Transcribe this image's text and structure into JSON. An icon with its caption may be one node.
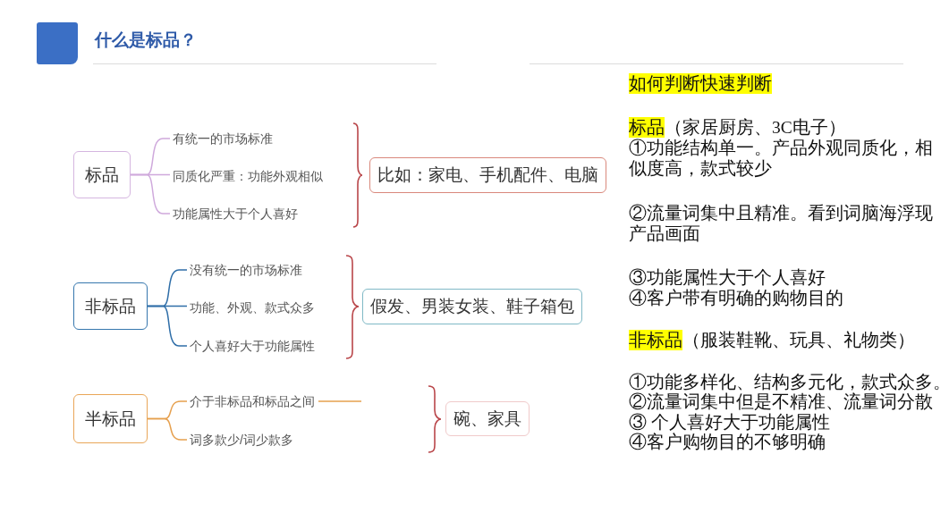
{
  "diagram": {
    "title": "什么是标品？",
    "nodes": [
      {
        "text": [
          "标品"
        ]
      },
      {
        "text": [
          "有统一的市场标准"
        ]
      },
      {
        "text": [
          "同质化严重：功能外观相似"
        ]
      },
      {
        "text": [
          "功能属性大于个人喜好"
        ]
      },
      {
        "text": [
          "比如：家电、手机配件、电脑"
        ]
      },
      {
        "text": [
          "非标品"
        ]
      },
      {
        "text": [
          "没有统一的市场标准"
        ]
      },
      {
        "text": [
          "功能、外观、款式众多"
        ]
      },
      {
        "text": [
          "个人喜好大于功能属性"
        ]
      },
      {
        "text": [
          "假发、男装女装、鞋子箱包"
        ]
      },
      {
        "text": [
          "半标品"
        ]
      },
      {
        "text": [
          "介于非标品和标品之间"
        ]
      },
      {
        "text": [
          "词多款少/词少款多"
        ]
      },
      {
        "text": [
          "碗、家具"
        ]
      }
    ],
    "edges": [
      {
        "from": 0,
        "to": 1,
        "arrow": "none",
        "color": "#cfa9dc"
      },
      {
        "from": 0,
        "to": 2,
        "arrow": "none",
        "color": "#cfa9dc"
      },
      {
        "from": 0,
        "to": 3,
        "arrow": "none",
        "color": "#cfa9dc"
      },
      {
        "from": 5,
        "to": 6,
        "arrow": "none",
        "color": "#2f6ea8"
      },
      {
        "from": 5,
        "to": 7,
        "arrow": "none",
        "color": "#2f6ea8"
      },
      {
        "from": 5,
        "to": 8,
        "arrow": "none",
        "color": "#2f6ea8"
      },
      {
        "from": 10,
        "to": 11,
        "arrow": "none",
        "color": "#e6a04e"
      },
      {
        "from": 10,
        "to": 12,
        "arrow": "none",
        "color": "#e6a04e"
      },
      {
        "from": 11,
        "to": null,
        "arrow": "none",
        "color": "#e6a04e"
      }
    ],
    "labels": [
      "如何判断快速判断",
      "标品",
      "（家居厨房、3C电子）",
      "①功能结构单一。产品外观同质化，相似度高，款式较少",
      "②流量词集中且精准。看到词脑海浮现产品画面",
      "③功能属性大于个人喜好",
      "④客户带有明确的购物目的",
      "非标品",
      "（服装鞋靴、玩具、礼物类）",
      "①功能多样化、结构多元化，款式众多。",
      "②流量词集中但是不精准、流量词分散",
      "③ 个人喜好大于功能属性",
      "④客户购物目的不够明确"
    ]
  }
}
